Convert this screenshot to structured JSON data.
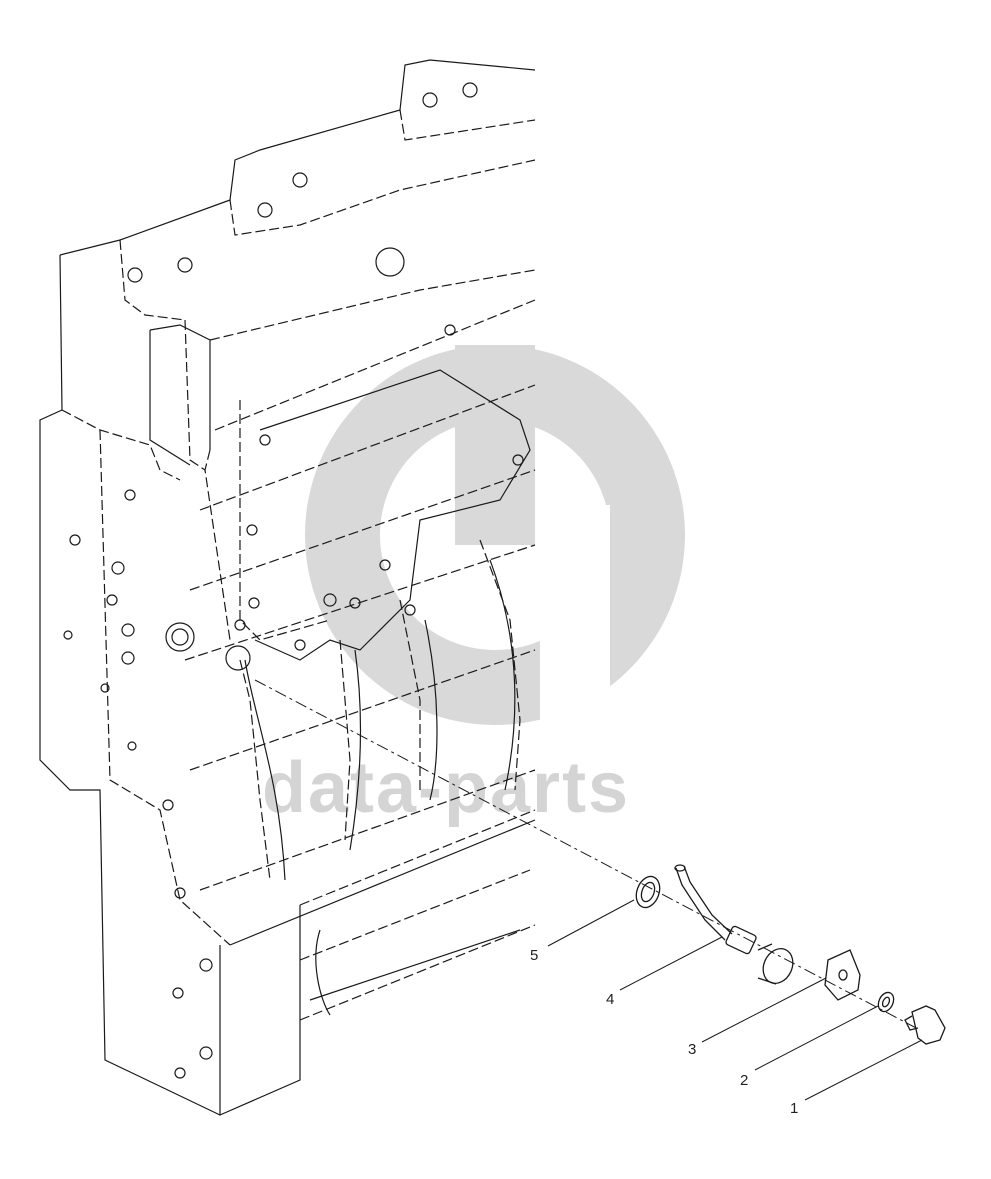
{
  "watermark": {
    "text": "data-parts",
    "color": "#d4d4d4"
  },
  "callouts": [
    {
      "number": "1",
      "part": "bolt"
    },
    {
      "number": "2",
      "part": "washer"
    },
    {
      "number": "3",
      "part": "plate"
    },
    {
      "number": "4",
      "part": "piston-cooling-nozzle"
    },
    {
      "number": "5",
      "part": "sealing-ring"
    }
  ],
  "colors": {
    "line": "#1a1a1a",
    "background": "#ffffff"
  }
}
